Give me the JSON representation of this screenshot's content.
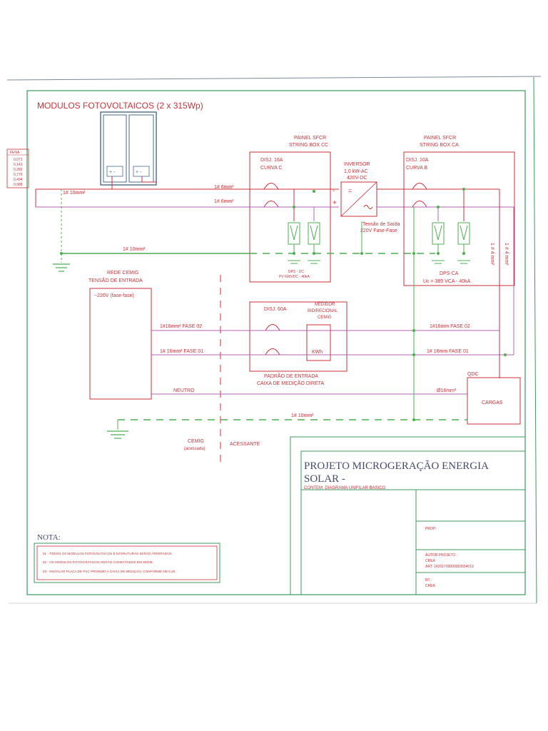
{
  "title": "MODULOS FOTOVOLTAICOS (2 x 315Wp)",
  "side_table": {
    "header": "FENA",
    "rows": [
      "0,071",
      "0,141",
      "0,282",
      "0,776",
      "0,494",
      "0,988"
    ]
  },
  "string_box_cc": {
    "title_1": "PAINEL SFCR",
    "title_2": "STRING BOX CC",
    "breaker_1": "DISJ. 16A",
    "breaker_2": "CURVA C",
    "dps_1": "DPS - DC",
    "dps_2": "PV 600VDC - 40kA"
  },
  "inverter": {
    "title": "INVERSOR",
    "power": "1,0 kW-AC",
    "input": "420V-DC",
    "minus": "-",
    "plus": "+",
    "symbol_dc": "=",
    "out_1": "Tensão de Saída",
    "out_2": "220V Fase-Fase"
  },
  "string_box_ca": {
    "title_1": "PAINEL SFCR",
    "title_2": "STRING BOX CA",
    "breaker_1": "DISJ. 10A",
    "breaker_2": "CURVA B",
    "dps_1": "DPS-CA",
    "dps_2": "Uc = 385 VCA - 40kA"
  },
  "cables": {
    "pv_top": "1# 10mm²",
    "dc_1": "1# 6mm²",
    "dc_2": "1# 6mm²",
    "ground_mid": "1# 10mm²",
    "vert_1": "1 # 4 mm²",
    "vert_2": "1 # 4 mm²",
    "fase02_left": "1#16mm²  FASE 02",
    "fase01_left": "1# 16mm²  FASE 01",
    "fase02_right": "1#16mm   FASE 02",
    "fase01_right": "1# 16mm   FASE 01",
    "neutro": "NEUTRO",
    "neutro_right": "Ø16mm²",
    "ground_bottom": "1# 10mm²"
  },
  "grid": {
    "title_1": "REDE CEMIG",
    "title_2": "TENSÃO DE ENTRADA",
    "voltage": "~220V (fase-fase)"
  },
  "entrance": {
    "breaker": "DISJ. 60A",
    "meter_1": "MEDIDOR",
    "meter_2": "BIDIRECIONAL",
    "meter_3": "CEMIG",
    "kwh": "KWh",
    "label_1": "PADRÃO DE ENTRADA",
    "label_2": "CAIXA DE MEDIÇÃO DIRETA"
  },
  "loads": {
    "qdc": "QDC",
    "label": "CARGAS"
  },
  "boundary": {
    "left_1": "CEMIG",
    "left_2": "(acessada)",
    "right": "ACESSANTE"
  },
  "title_block": {
    "project_1": "PROJETO MICROGERAÇÃO ENERGIA",
    "project_2": "SOLAR -",
    "content": "CONTEM:  DIAGRAMA UNIFILAR BASICO",
    "prop": "PROP.:",
    "author": "AUTOR PROJETO :",
    "crea": "CREA",
    "art": "ART: 14201700000003554019",
    "rt": "RT.:",
    "crea_2": "CREA"
  },
  "notes": {
    "title": "NOTA:",
    "items": [
      "01 - TODOS OS MODULOS FOTOVOLTAICOS E ESTRUTURAS SERÃO ATERRADOS.",
      "02 - OS MODULOS FOTOVOLTAICOS SERÃO CONECTADOS EM SERIE.",
      "03 - INSTALAR PLACA DE PVC PROXIMO A CAIXA DE MEDIÇÃO, CONFORME ND 5.30."
    ]
  },
  "colors": {
    "frame": "#3b9a5e",
    "line": "#c8323a",
    "dc_wire": "#b060b0",
    "ground": "#4caf50"
  }
}
